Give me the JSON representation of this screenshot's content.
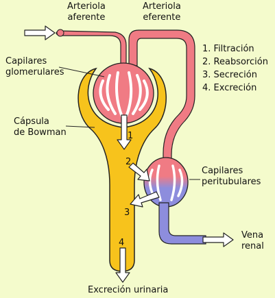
{
  "labels": {
    "arteriola_aferente": [
      "Arteriola",
      "aferente"
    ],
    "arteriola_eferente": [
      "Arteriola",
      "eferente"
    ],
    "capilares_glomerulares": [
      "Capilares",
      "glomerulares"
    ],
    "capsula_bowman": [
      "Cápsula",
      "de Bowman"
    ],
    "capilares_peritubulares": [
      "Capilares",
      "peritubulares"
    ],
    "vena_renal": [
      "Vena",
      "renal"
    ],
    "excrecion_urinaria": "Excreción urinaria"
  },
  "legend": [
    "1. Filtración",
    "2. Reabsorción",
    "3. Secreción",
    "4. Excreción"
  ],
  "step_numbers": [
    "1",
    "2",
    "3",
    "4"
  ],
  "colors": {
    "background": "#f4fbcc",
    "arterial": "#f07b84",
    "glomerulus_fill": "#f6a6ad",
    "venous": "#8d8ddd",
    "tubule": "#f7c31c",
    "outline": "#222222"
  }
}
